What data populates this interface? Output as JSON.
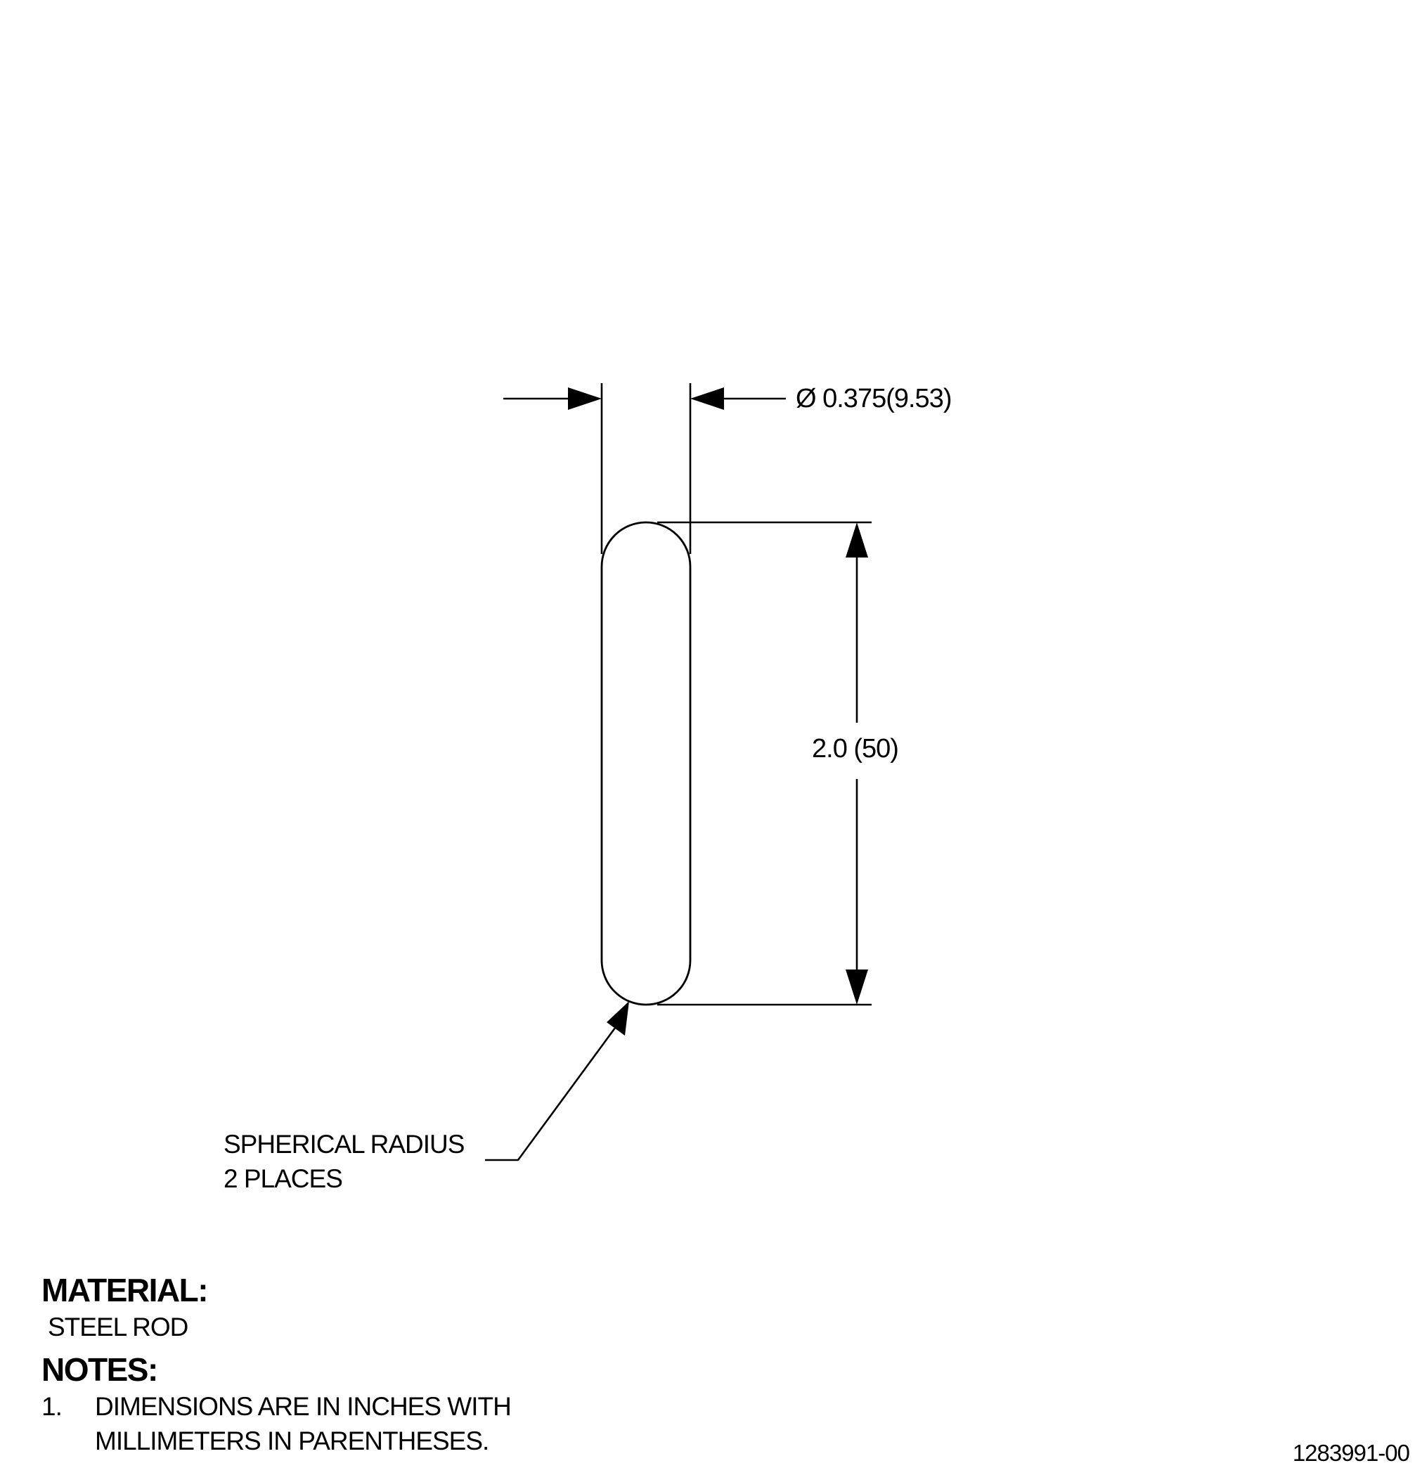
{
  "dimensions": {
    "diameter": "Ø 0.375(9.53)",
    "length": "2.0 (50)"
  },
  "callout": {
    "line1": "SPHERICAL RADIUS",
    "line2": "2 PLACES"
  },
  "material": {
    "heading": "MATERIAL:",
    "value": "STEEL ROD"
  },
  "notes": {
    "heading": "NOTES:",
    "items": [
      {
        "number": "1.",
        "line1": "DIMENSIONS ARE IN INCHES WITH",
        "line2": "MILLIMETERS IN PARENTHESES."
      }
    ]
  },
  "drawing_number": "1283991-00"
}
